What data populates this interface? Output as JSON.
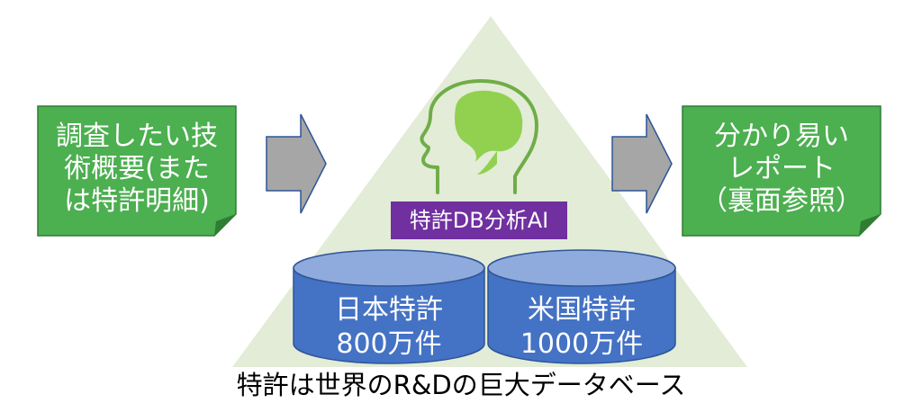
{
  "left_note": {
    "lines": [
      "調査したい技",
      "術概要(また",
      "は特許明細)"
    ]
  },
  "right_note": {
    "lines": [
      "分かり易い",
      "レポート",
      "（裏面参照）"
    ]
  },
  "ai_label": "特許DB分析AI",
  "databases": [
    {
      "lines": [
        "日本特許",
        "800万件"
      ]
    },
    {
      "lines": [
        "米国特許",
        "1000万件"
      ]
    }
  ],
  "caption": "特許は世界のR&Dの巨大データベース",
  "colors": {
    "note_fill": "#4caf50",
    "note_stroke": "#2e7d32",
    "arrow_fill": "#a6a6a6",
    "arrow_stroke": "#2f5597",
    "triangle": "#e2ecd7",
    "db_fill": "#4472c4",
    "db_top": "#8faadc",
    "ai_label": "#7030a0",
    "brain": "#92d050",
    "head_outline": "#70ad47"
  },
  "icons": [
    "head-brain-icon"
  ]
}
